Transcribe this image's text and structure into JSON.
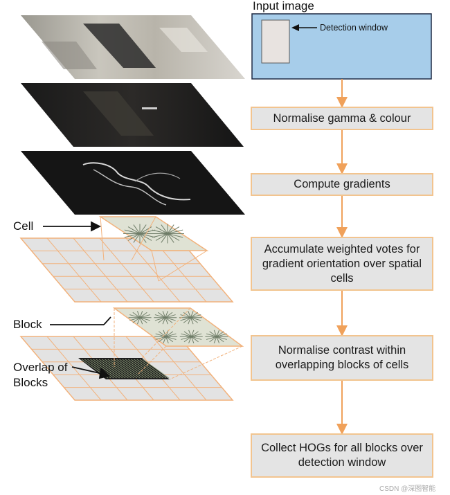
{
  "input_image_label": "Input image",
  "detection_window_label": "Detection window",
  "steps": [
    "Normalise gamma & colour",
    "Compute gradients",
    "Accumulate weighted votes for gradient orientation over spatial cells",
    "Normalise contrast within overlapping blocks of cells",
    "Collect HOGs for all blocks over detection window"
  ],
  "left_labels": {
    "cell": "Cell",
    "block": "Block",
    "overlap": "Overlap of Blocks"
  },
  "watermark": "CSDN @深图智能",
  "colors": {
    "input_box": "#a7cdea",
    "step_fill": "#e4e4e4",
    "step_border": "#f2c48f",
    "arrow": "#f0a15a"
  }
}
